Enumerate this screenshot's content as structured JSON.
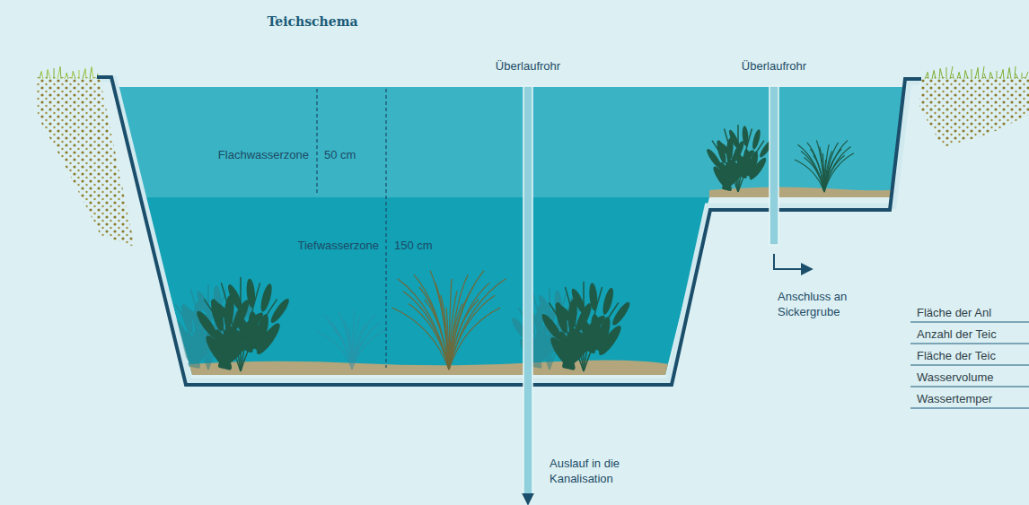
{
  "diagram": {
    "title": "Teichschema",
    "labels": [
      "Überlaufrohr",
      "Überlaufrohr",
      "Flachwasserzone",
      "50 cm",
      "Tiefwasserzone",
      "150 cm",
      "Anschluss an Sickergrube",
      "Auslauf in die Kanalisation",
      "Fläche der Anl",
      "Anzahl der Teic",
      "Fläche der Teic",
      "Wasservolume",
      "Wassertemper"
    ]
  }
}
